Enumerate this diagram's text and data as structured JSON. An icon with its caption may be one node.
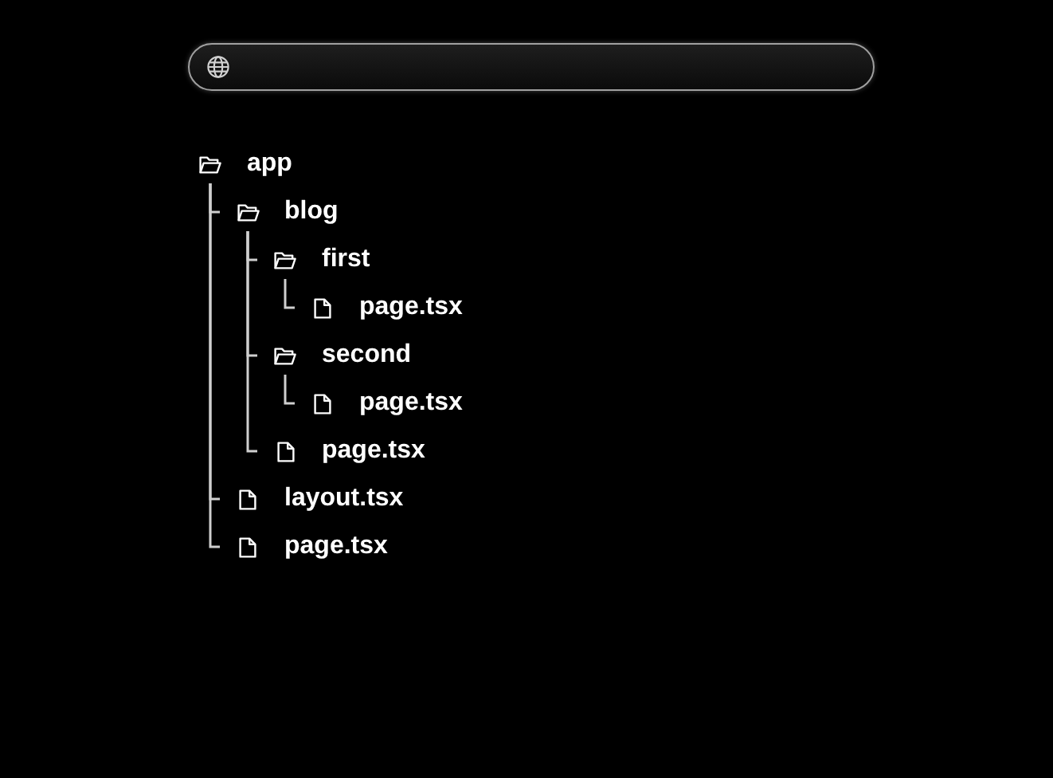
{
  "diagram": {
    "nodes": [
      {
        "text": [
          "app"
        ]
      },
      {
        "text": [
          "blog"
        ]
      },
      {
        "text": [
          "first"
        ]
      },
      {
        "text": [
          "page.tsx"
        ]
      },
      {
        "text": [
          "second"
        ]
      },
      {
        "text": [
          "page.tsx"
        ]
      },
      {
        "text": [
          "page.tsx"
        ]
      },
      {
        "text": [
          "layout.tsx"
        ]
      },
      {
        "text": [
          "page.tsx"
        ]
      }
    ],
    "edges": [
      {
        "from": 0,
        "to": 1,
        "arrow": "none"
      },
      {
        "from": 1,
        "to": 2,
        "arrow": "none"
      },
      {
        "from": 2,
        "to": 3,
        "arrow": "none"
      },
      {
        "from": 1,
        "to": 4,
        "arrow": "none"
      },
      {
        "from": 4,
        "to": 5,
        "arrow": "none"
      },
      {
        "from": 1,
        "to": 6,
        "arrow": "none"
      },
      {
        "from": 0,
        "to": 7,
        "arrow": "none"
      },
      {
        "from": 0,
        "to": 8,
        "arrow": "none"
      }
    ]
  }
}
